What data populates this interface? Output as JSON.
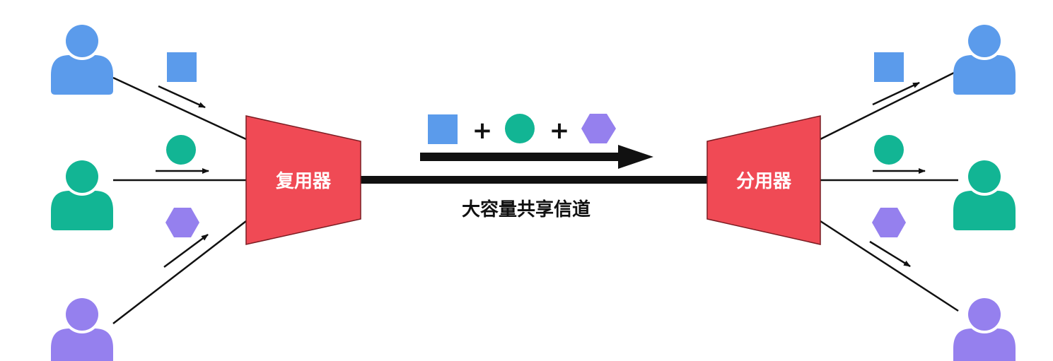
{
  "colors": {
    "blue": "#5B9BEB",
    "green": "#12B594",
    "purple": "#9580EE",
    "red": "#F04A55",
    "line": "#111111"
  },
  "multiplexer": {
    "label": "复用器"
  },
  "demultiplexer": {
    "label": "分用器"
  },
  "channel": {
    "label": "大容量共享信道"
  },
  "combined_signal": {
    "plus": "+"
  },
  "users": [
    {
      "side": "left",
      "color": "blue",
      "signal": "square"
    },
    {
      "side": "left",
      "color": "green",
      "signal": "circle"
    },
    {
      "side": "left",
      "color": "purple",
      "signal": "hexagon"
    },
    {
      "side": "right",
      "color": "blue",
      "signal": "square"
    },
    {
      "side": "right",
      "color": "green",
      "signal": "circle"
    },
    {
      "side": "right",
      "color": "purple",
      "signal": "hexagon"
    }
  ]
}
